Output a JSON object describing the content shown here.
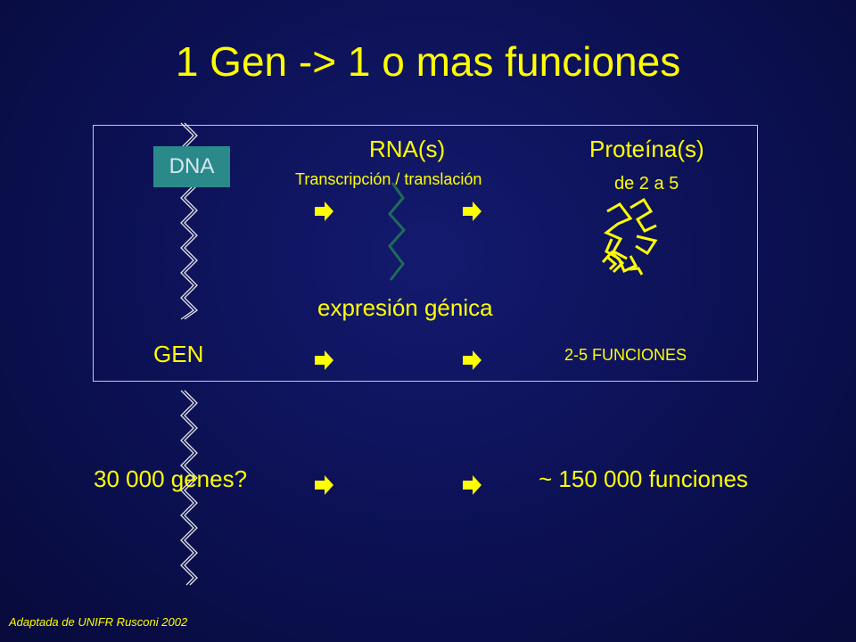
{
  "title": "1 Gen -> 1 o mas funciones",
  "labels": {
    "dna": "DNA",
    "rna": "RNA(s)",
    "protein": "Proteína(s)",
    "process": "Transcripción / translación",
    "protein_count": "de 2 a 5",
    "expression": "expresión génica",
    "gene": "GEN",
    "functions": "2-5 FUNCIONES",
    "genes_count": "30 000 genes?",
    "functions_count": "~ 150 000 funciones"
  },
  "credit": "Adaptada de UNIFR Rusconi 2002",
  "colors": {
    "text": "#ffff00",
    "dna_box": "#2a8a8a",
    "rna_strand": "#1f6b5a",
    "helix": "#e6e6e6"
  }
}
